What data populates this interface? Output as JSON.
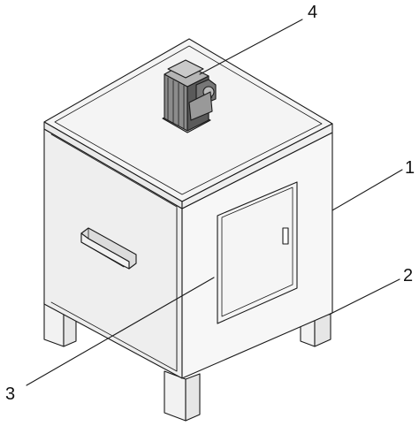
{
  "callouts": [
    {
      "label": "1"
    },
    {
      "label": "2"
    },
    {
      "label": "3"
    },
    {
      "label": "4"
    }
  ],
  "colors": {
    "line": "#1a1a1a",
    "top_face": "#f4f4f4",
    "left_face": "#eeeeee",
    "right_face": "#f7f7f7",
    "motor": "#444444"
  }
}
